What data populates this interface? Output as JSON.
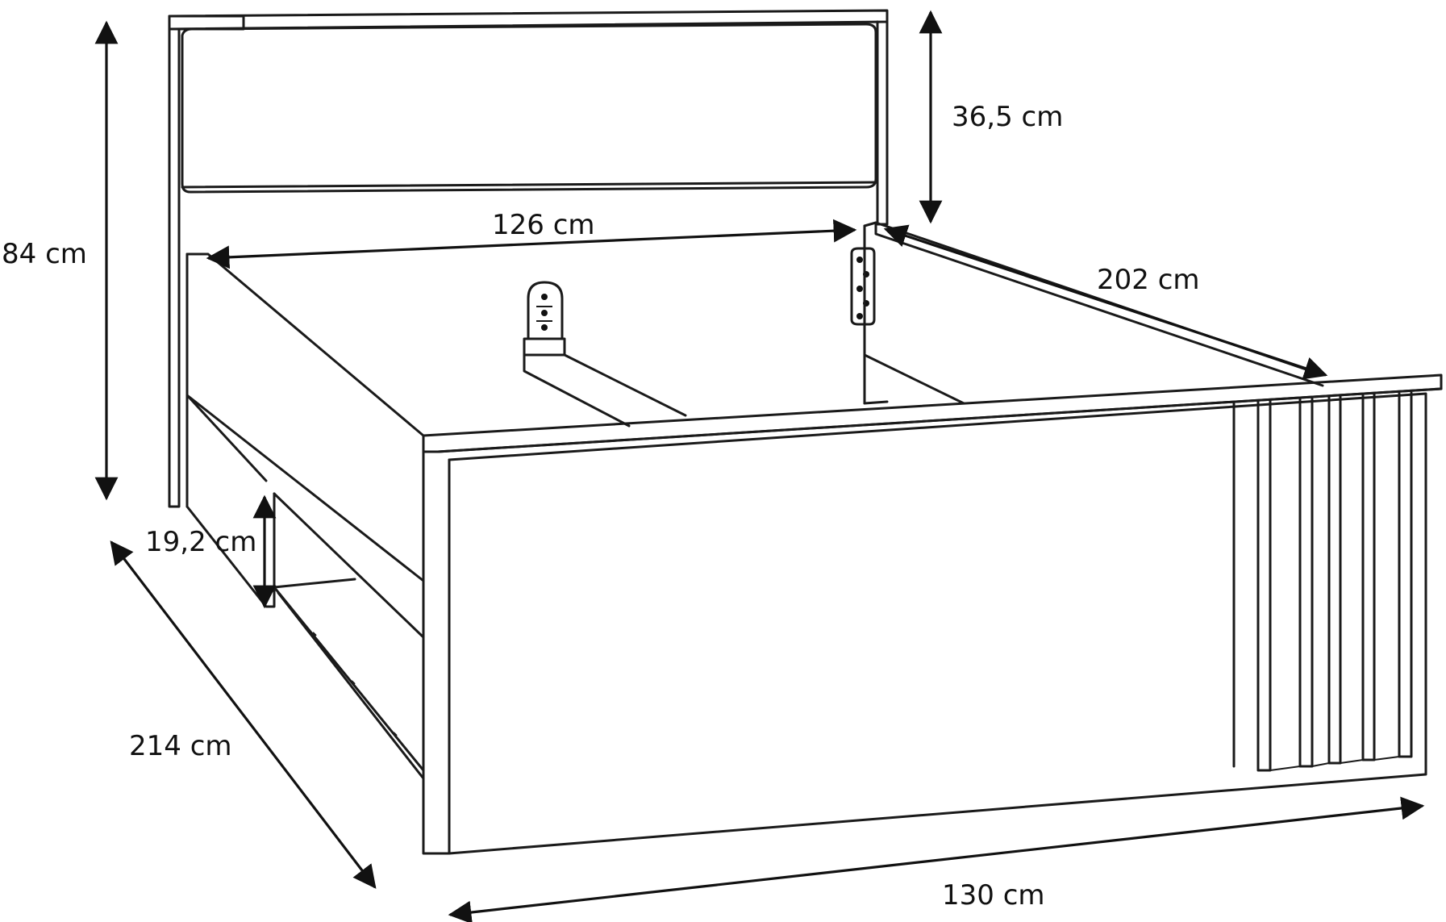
{
  "diagram": {
    "dimensions": {
      "height_total": "84 cm",
      "headboard_panel": "36,5 cm",
      "inner_width": "126 cm",
      "inner_length": "202 cm",
      "drawer_height": "19,2 cm",
      "total_length": "214 cm",
      "total_width": "130 cm"
    },
    "colors": {
      "line": "#1a1a1a",
      "background": "#ffffff"
    }
  }
}
